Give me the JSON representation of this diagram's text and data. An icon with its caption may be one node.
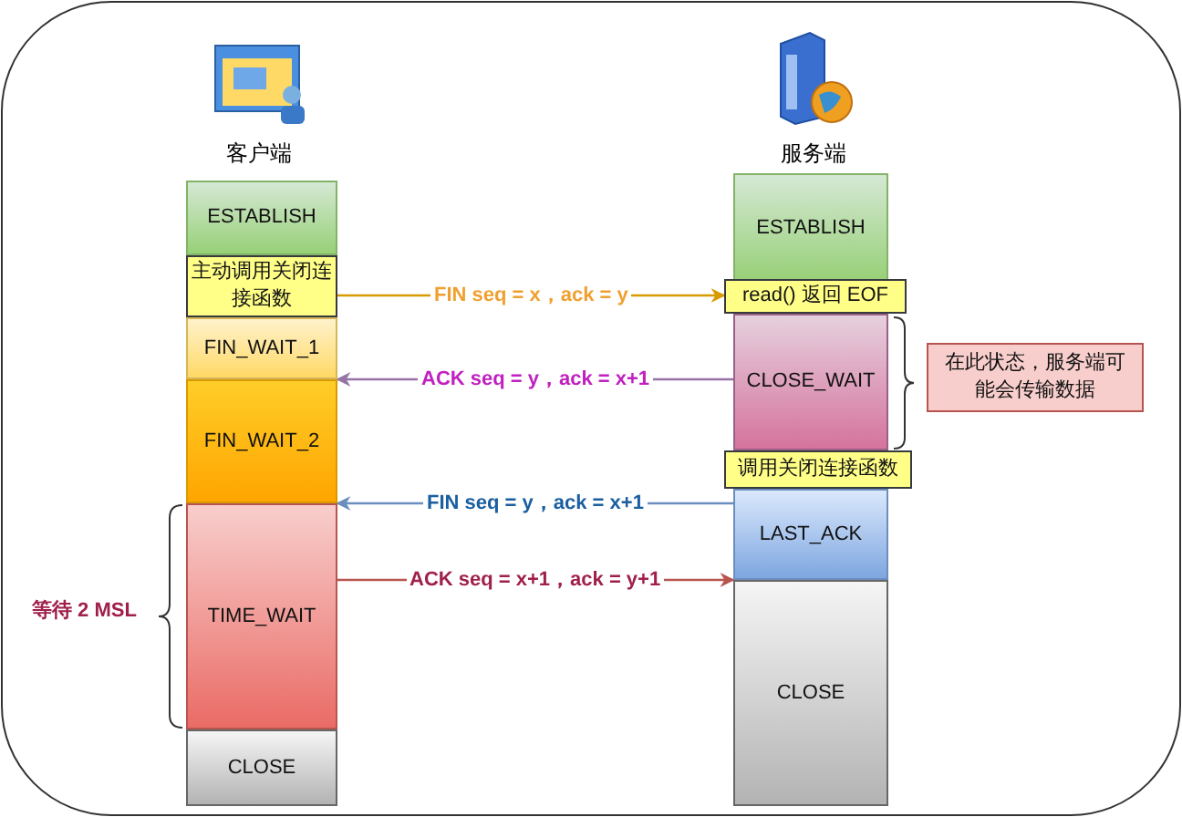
{
  "diagram": {
    "nodes": [
      {
        "text": [
          "ESTABLISH"
        ]
      },
      {
        "text": [
          "主动调用关闭连接函数"
        ]
      },
      {
        "text": [
          "FIN_WAIT_1"
        ]
      },
      {
        "text": [
          "FIN_WAIT_2"
        ]
      },
      {
        "text": [
          "TIME_WAIT"
        ]
      },
      {
        "text": [
          "CLOSE"
        ]
      },
      {
        "text": [
          "ESTABLISH"
        ]
      },
      {
        "text": [
          "read() 返回 EOF"
        ]
      },
      {
        "text": [
          "CLOSE_WAIT"
        ]
      },
      {
        "text": [
          "调用关闭连接函数"
        ]
      },
      {
        "text": [
          "LAST_ACK"
        ]
      },
      {
        "text": [
          "CLOSE"
        ]
      },
      {
        "text": [
          "在此状态，服务端可能会传输数据"
        ]
      }
    ],
    "edges": [
      {
        "from": 1,
        "to": 7,
        "arrow": "to",
        "label": "FIN seq = x，ack = y",
        "color": "#d79b00"
      },
      {
        "from": 8,
        "to": 2,
        "arrow": "to",
        "label": "ACK seq = y，ack = x+1",
        "color": "#9673a6"
      },
      {
        "from": 10,
        "to": 4,
        "arrow": "to",
        "label": "FIN seq = y，ack = x+1",
        "color": "#6c8ebf"
      },
      {
        "from": 4,
        "to": 10,
        "arrow": "to",
        "label": "ACK seq = x+1，ack = y+1",
        "color": "#b85450"
      }
    ],
    "labels": [
      "客户端",
      "服务端",
      "等待 2 MSL"
    ]
  }
}
